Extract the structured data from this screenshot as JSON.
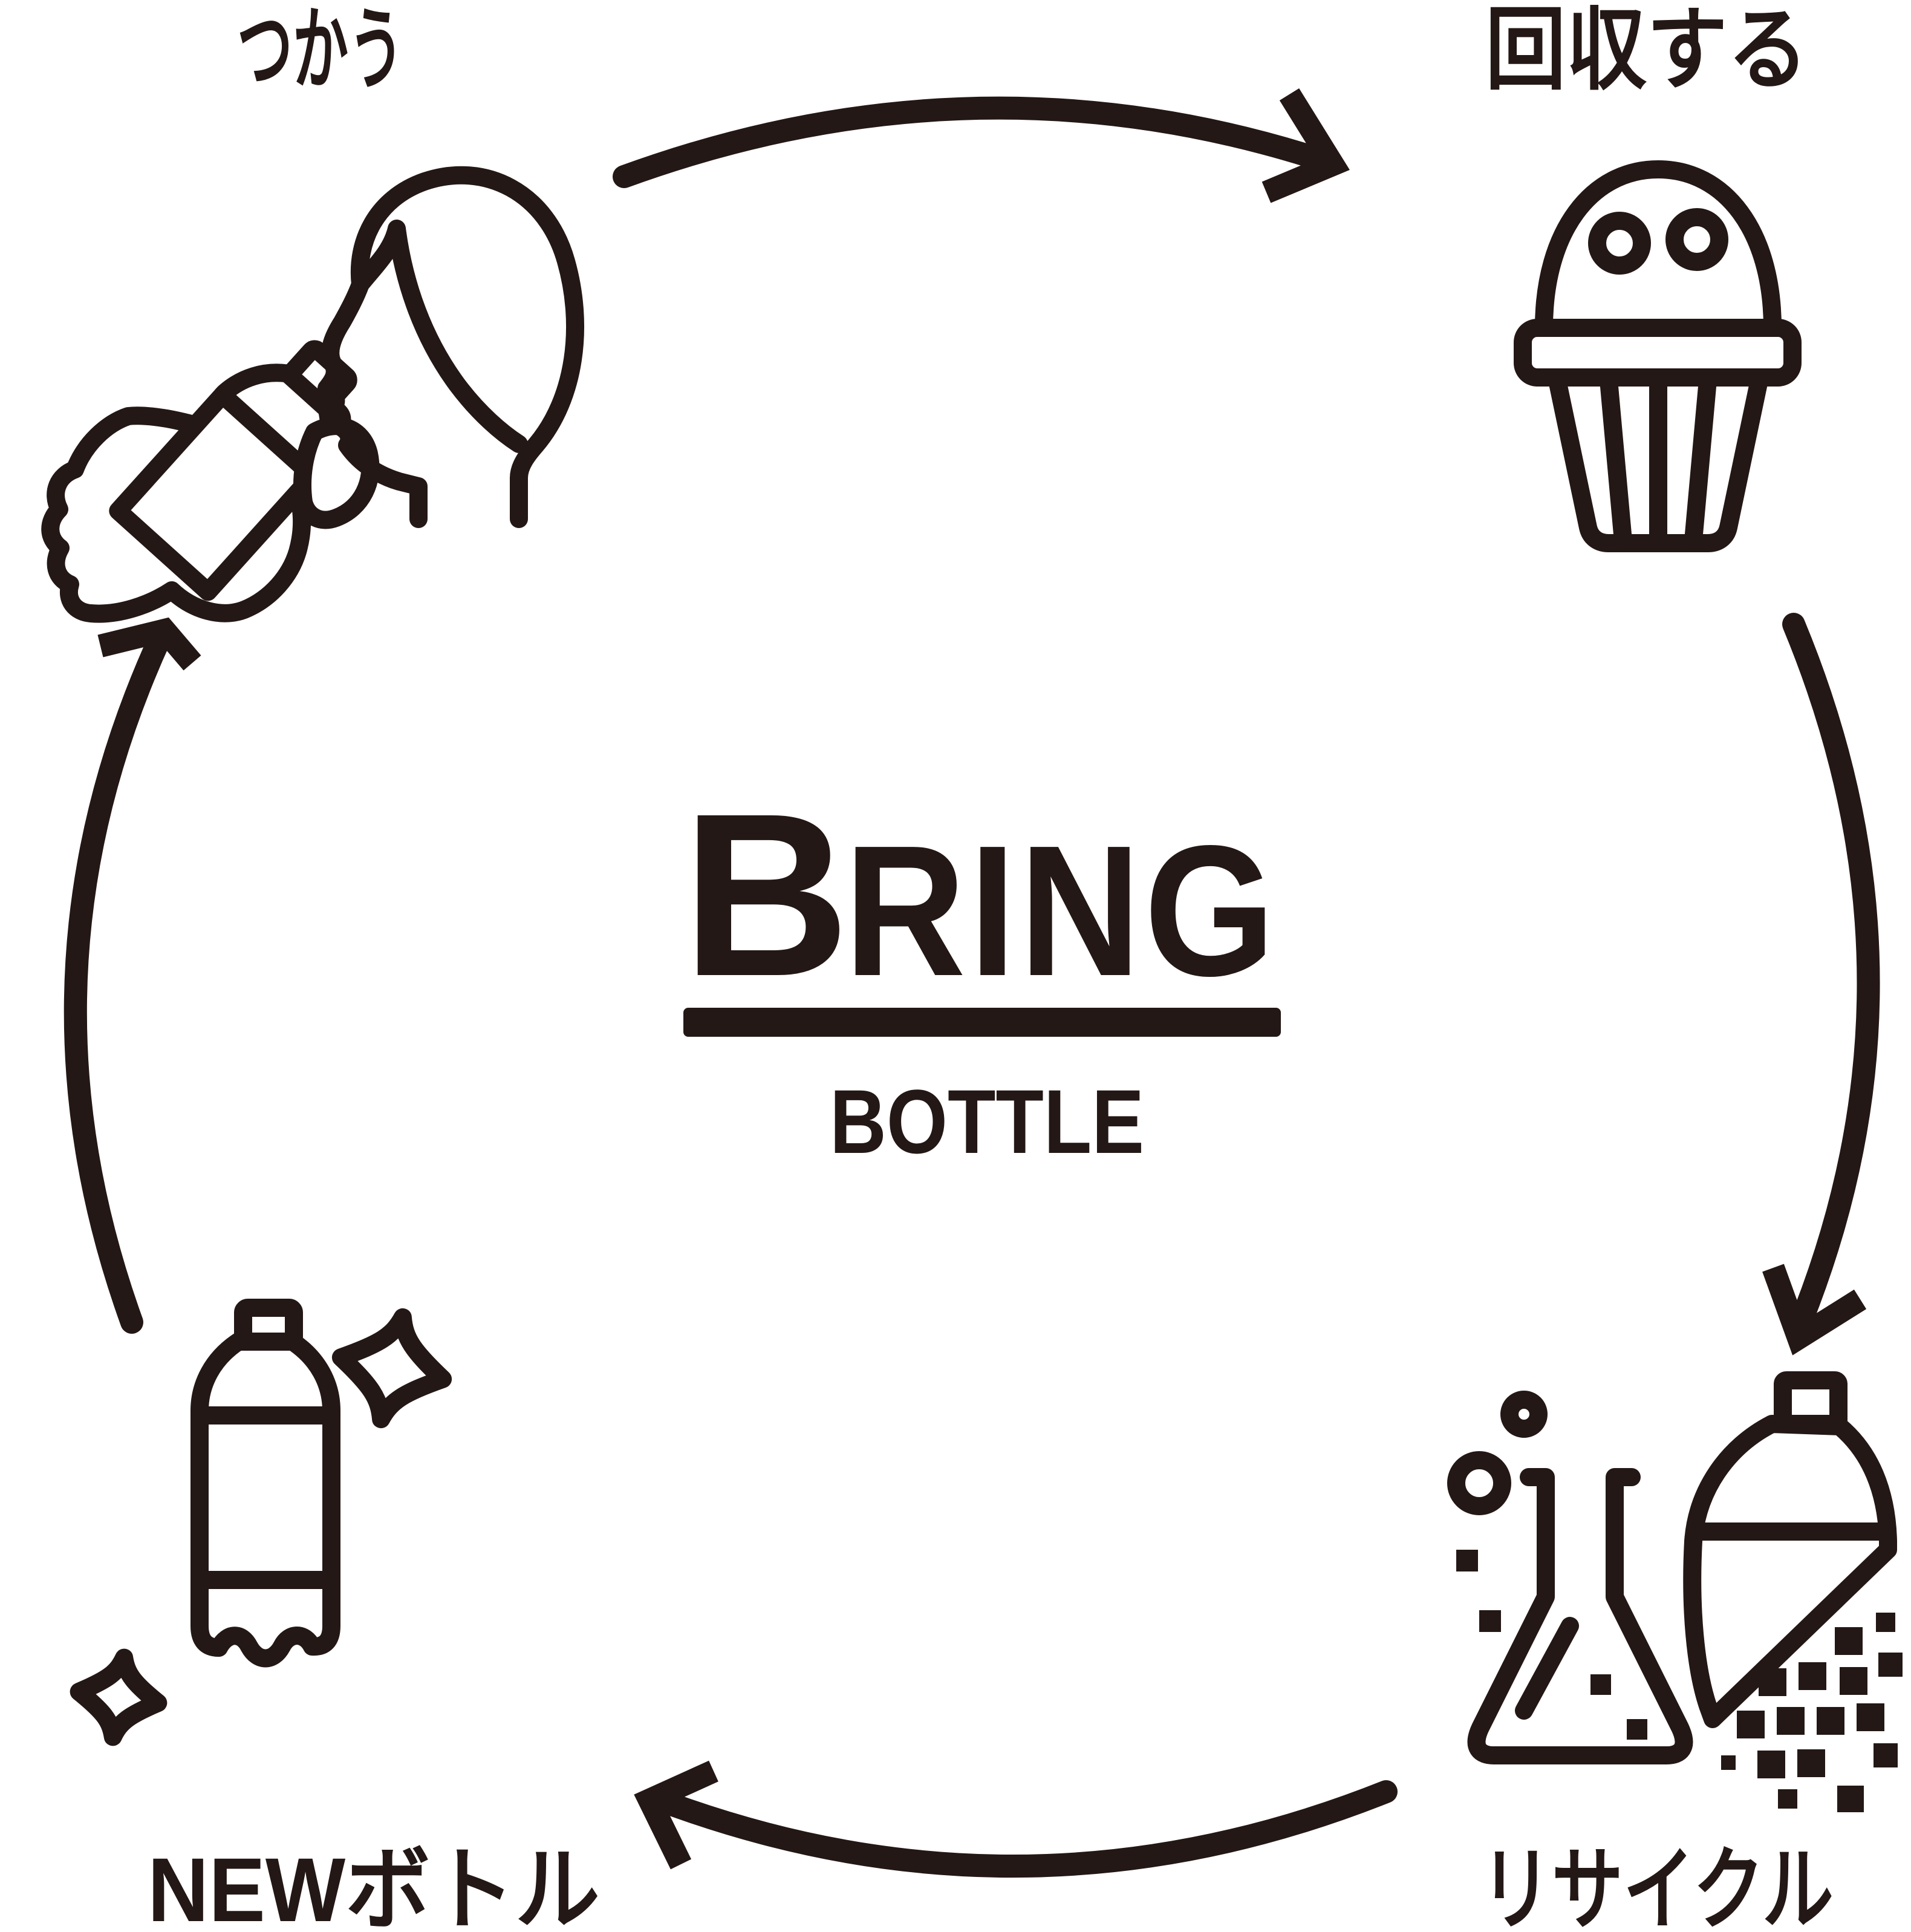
{
  "diagram": {
    "title": "BRING BOTTLE bottle-to-bottle recycling cycle",
    "type": "circular-flow",
    "direction": "clockwise",
    "colors": {
      "ink": "#231815",
      "background": "#ffffff"
    },
    "logo": {
      "bring_initial": "B",
      "bring_rest": "RING",
      "subtitle": "BOTTLE"
    },
    "steps": [
      {
        "id": "use",
        "label": "つかう",
        "icon": "person-drinking-bottle-icon",
        "position": "top-left"
      },
      {
        "id": "collect",
        "label": "回収する",
        "icon": "collection-bin-icon",
        "position": "top-right"
      },
      {
        "id": "recycle",
        "label": "リサイクル",
        "icon": "chemical-recycling-icon",
        "position": "bottom-right"
      },
      {
        "id": "new-bottle",
        "label": "NEWボトル",
        "icon": "sparkling-new-bottle-icon",
        "position": "bottom-left"
      }
    ],
    "arrows": [
      {
        "from": "use",
        "to": "collect"
      },
      {
        "from": "collect",
        "to": "recycle"
      },
      {
        "from": "recycle",
        "to": "new-bottle"
      },
      {
        "from": "new-bottle",
        "to": "use"
      }
    ]
  }
}
